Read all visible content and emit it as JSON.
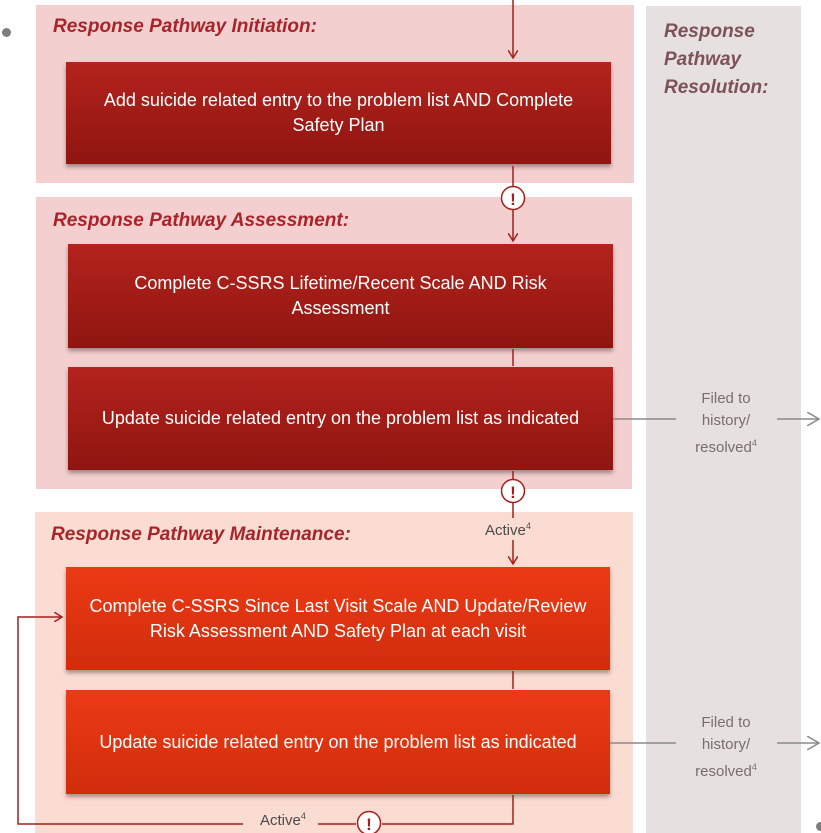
{
  "resolution": {
    "title": "Response Pathway Resolution:"
  },
  "initiation": {
    "title": "Response Pathway Initiation:",
    "box1": "Add suicide related entry to the problem list AND Complete Safety Plan"
  },
  "assessment": {
    "title": "Response Pathway Assessment:",
    "box1": "Complete C-SSRS Lifetime/Recent Scale AND Risk Assessment",
    "box2": "Update suicide related entry on the problem list as indicated",
    "side_label": "Filed to history/ resolved",
    "side_label_sup": "4"
  },
  "maintenance": {
    "title": "Response Pathway Maintenance:",
    "active_label": "Active",
    "active_sup": "4",
    "box1": "Complete C-SSRS Since Last Visit Scale AND Update/Review Risk Assessment AND Safety Plan at each visit",
    "box2": "Update suicide related entry on the problem list as indicated",
    "side_label": "Filed to history/ resolved",
    "side_label_sup": "4",
    "loop_label": "Active",
    "loop_sup": "4"
  },
  "alert_symbol": "!",
  "colors": {
    "dark_box": "#a11d16",
    "bright_box": "#e23512",
    "title": "#a9242a",
    "connector": "#a41f1a"
  }
}
